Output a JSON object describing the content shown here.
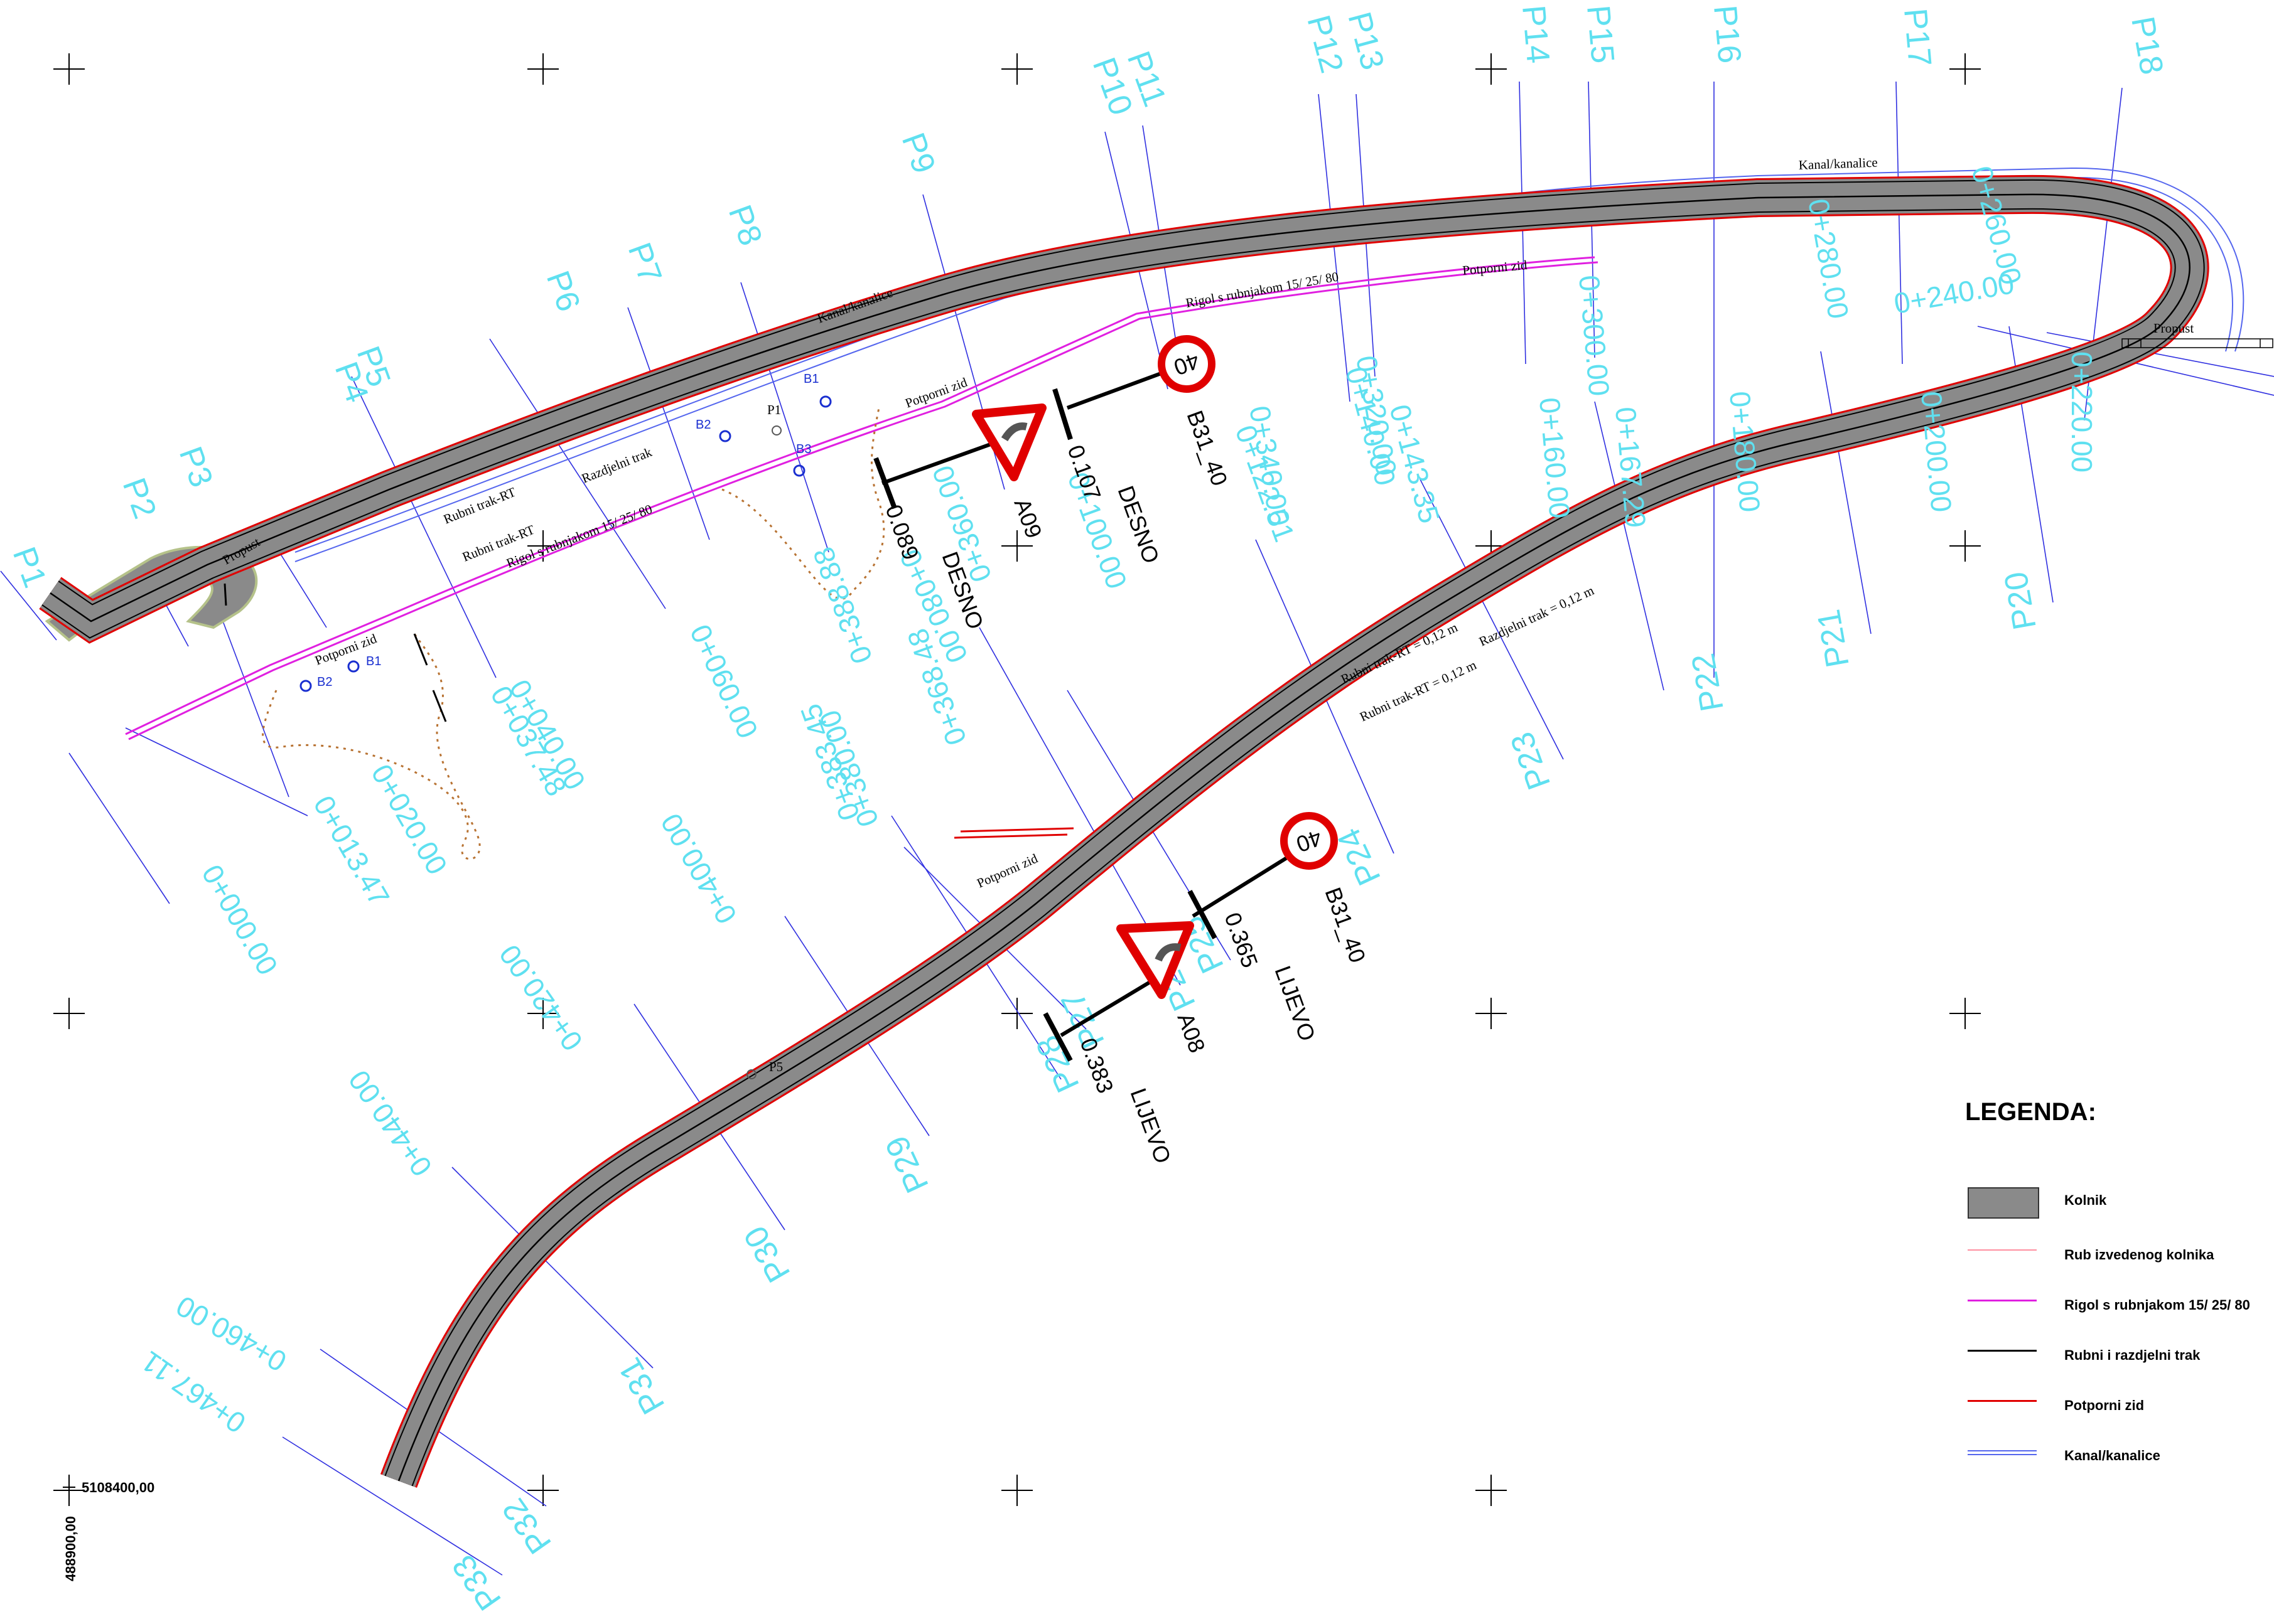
{
  "profiles_top": [
    "P1",
    "P2",
    "P3",
    "P4",
    "P5",
    "P6",
    "P7",
    "P8",
    "P9",
    "P10",
    "P11",
    "P12",
    "P13",
    "P14",
    "P15",
    "P16",
    "P17",
    "P18"
  ],
  "profiles_bottom": [
    "P20",
    "P21",
    "P22",
    "P23",
    "P24",
    "P25",
    "P26",
    "P27",
    "P28",
    "P29",
    "P30",
    "P31",
    "P32",
    "P33"
  ],
  "stations": [
    "0+000.00",
    "0+013.47",
    "0+020.00",
    "0+037.48",
    "0+040.00",
    "0+060.00",
    "0+080.00",
    "0+100.00",
    "0+122.51",
    "0+140.00",
    "0+143.35",
    "0+160.00",
    "0+167.29",
    "0+180.00",
    "0+200.00",
    "0+220.00",
    "0+240.00",
    "0+260.00",
    "0+280.00",
    "0+300.00",
    "0+320.00",
    "0+340.00",
    "0+360.00",
    "0+368.48",
    "0+380.00",
    "0+383.45",
    "0+388.88",
    "0+400.00",
    "0+420.00",
    "0+440.00",
    "0+460.00",
    "0+467.11"
  ],
  "labels": {
    "kanal": "Kanal/kanalice",
    "rigol": "Rigol s rubnjakom 15/ 25/ 80",
    "potporni": "Potporni zid",
    "propust": "Propust",
    "rubni_rt": "Rubni trak-RT",
    "razdjelni": "Razdjelni trak",
    "rubni_012": "Rubni trak-RT = 0,12 m",
    "razdjelni_012": "Razdjelni trak = 0,12 m"
  },
  "points": [
    "B1",
    "B2",
    "B3",
    "P1",
    "P5"
  ],
  "signs": {
    "speed": "40",
    "b31": "B31_40",
    "a09": "A09",
    "a08": "A08",
    "desno": "DESNO",
    "lijevo": "LIJEVO",
    "off_1": "0.107",
    "off_2": "0.089",
    "off_3": "0.365",
    "off_4": "0.383"
  },
  "coords": {
    "north": "5108400,00",
    "east": "488900,00"
  },
  "legend": {
    "title": "LEGENDA:",
    "items": [
      {
        "label": "Kolnik",
        "color": "#8a8a8a"
      },
      {
        "label": "Rub izvedenog kolnika",
        "color": "#ff8fa0"
      },
      {
        "label": "Rigol s rubnjakom 15/ 25/ 80",
        "color": "#e020e0"
      },
      {
        "label": "Rubni i razdjelni trak",
        "color": "#000000"
      },
      {
        "label": "Potporni zid",
        "color": "#e00000"
      },
      {
        "label": "Kanal/kanalice",
        "color": "#5566ee"
      }
    ]
  },
  "colors": {
    "road": "#8a8a8a",
    "cyan": "#5fe0f0",
    "profile": "#3030e0",
    "terrain": "#b87333"
  }
}
